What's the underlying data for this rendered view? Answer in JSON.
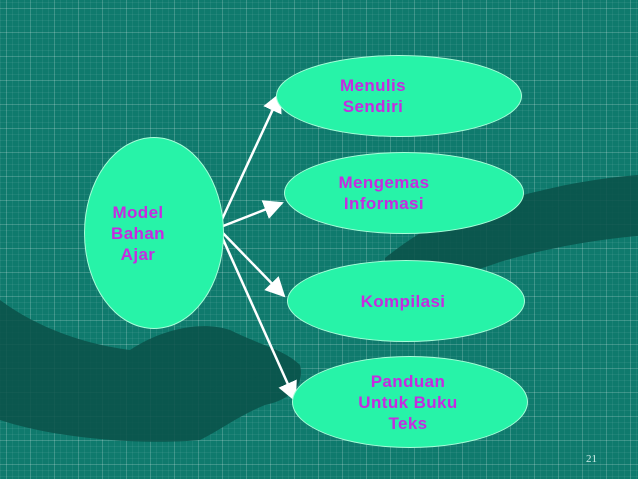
{
  "colors": {
    "background": "#0f7a6d",
    "node_fill": "#27f3a8",
    "text": "#c62be0",
    "arrow": "#ffffff",
    "hands": "#0a5149"
  },
  "diagram": {
    "root": {
      "label": "Model\nBahan\nAjar"
    },
    "children": [
      {
        "label": "Menulis\nSendiri"
      },
      {
        "label": "Mengemas\nInformasi"
      },
      {
        "label": "Kompilasi"
      },
      {
        "label": "Panduan\nUntuk Buku\nTeks"
      }
    ]
  },
  "page_number": "21"
}
